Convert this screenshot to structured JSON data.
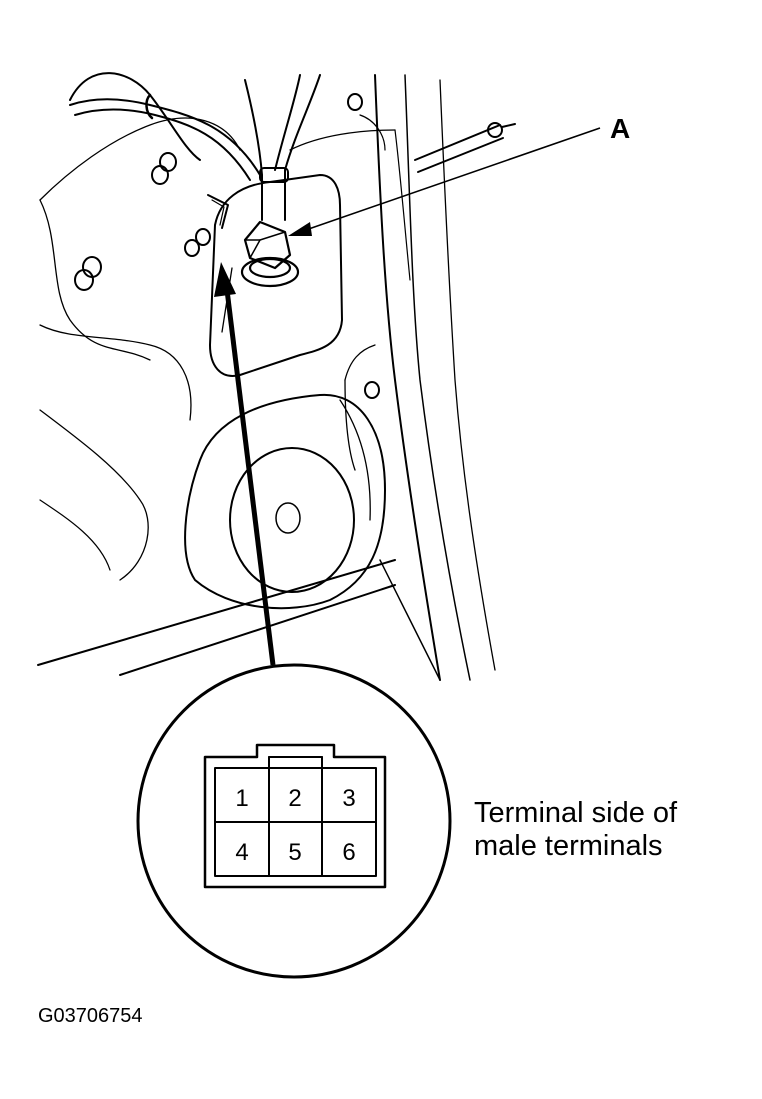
{
  "callout_label": "A",
  "connector": {
    "terminals": [
      "1",
      "2",
      "3",
      "4",
      "5",
      "6"
    ]
  },
  "caption": {
    "line1": "Terminal side of",
    "line2": "male terminals"
  },
  "figure_id": "G03706754"
}
